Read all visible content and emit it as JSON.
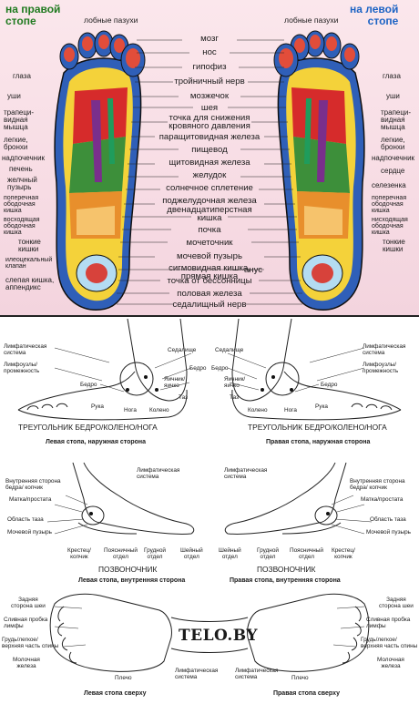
{
  "top": {
    "title_left": [
      "на правой",
      "стопе"
    ],
    "title_right": [
      "на левой",
      "стопе"
    ],
    "sinus_left": "лобные пазухи",
    "sinus_right": "лобные пазухи",
    "middle_labels": [
      "мозг",
      "нос",
      "гипофиз",
      "тройничный нерв",
      "мозжечок",
      "шея",
      "точка для снижения",
      "кровяного давления",
      "паращитовидная железа",
      "пищевод",
      "щитовидная железа",
      "желудок",
      "солнечное сплетение",
      "поджелудочная железа",
      "двенадцатиперстная",
      "кишка",
      "почка",
      "мочеточник",
      "мочевой пузырь",
      "сигмовидная кишка,",
      "прямая кишка",
      "анус",
      "точка от бессонницы",
      "половая железа",
      "седалищный нерв"
    ],
    "left_labels": [
      "глаза",
      "уши",
      "трапеци-",
      "видная",
      "мышца",
      "легкие,",
      "бронхи",
      "надпочечник",
      "печень",
      "желчный",
      "пузырь",
      "поперечная",
      "ободочная",
      "кишка",
      "восходящая",
      "ободочная",
      "кишка",
      "тонкие",
      "кишки",
      "илеоцекальный",
      "клапан",
      "слепая кишка,",
      "аппендикс"
    ],
    "right_labels": [
      "глаза",
      "уши",
      "трапеци-",
      "видная",
      "мышца",
      "легкие,",
      "бронхи",
      "надпочечник",
      "сердце",
      "селезенка",
      "поперечная",
      "ободочная",
      "кишка",
      "нисходящая",
      "ободочная",
      "кишка",
      "тонкие",
      "кишки"
    ]
  },
  "bottom": {
    "row1_left": {
      "labels": [
        "Лимфатическая",
        "система",
        "Лимфоузлы/",
        "промежность",
        "Бедро",
        "Рука",
        "Нога",
        "Колено",
        "Седалище",
        "Бедро",
        "Яичник/",
        "яичко",
        "Таз"
      ],
      "triangle": "ТРЕУГОЛЬНИК БЕДРО/КОЛЕНО/НОГА",
      "caption": "Левая стопа, наружная сторона"
    },
    "row1_right": {
      "labels": [
        "Седалище",
        "Бедро",
        "Яичник/",
        "яичко",
        "Таз",
        "Колено",
        "Нога",
        "Рука",
        "Лимфатическая",
        "система",
        "Лимфоузлы/",
        "промежность",
        "Бедро"
      ],
      "triangle": "ТРЕУГОЛЬНИК БЕДРО/КОЛЕНО/НОГА",
      "caption": "Правая стопа, наружная сторона"
    },
    "row2_left": {
      "labels": [
        "Лимфатическая",
        "система",
        "Внутренняя сторона",
        "бедра/ копчик",
        "Матка/простата",
        "Область таза",
        "Мочевой пузырь",
        "Крестец/",
        "копчик",
        "Поясничный",
        "отдел",
        "Грудной",
        "отдел",
        "Шейный",
        "отдел"
      ],
      "spine": "ПОЗВОНОЧНИК",
      "caption": "Левая стопа, внутренняя сторона"
    },
    "row2_right": {
      "labels": [
        "Лимфатическая",
        "система",
        "Внутренняя сторона",
        "бедра/ копчик",
        "Матка/простата",
        "Область таза",
        "Мочевой пузырь",
        "Шейный",
        "отдел",
        "Грудной",
        "отдел",
        "Поясничный",
        "отдел",
        "Крестец/",
        "копчик"
      ],
      "spine": "ПОЗВОНОЧНИК",
      "caption": "Правая стопа, внутренняя сторона"
    },
    "row3_left": {
      "labels": [
        "Задняя",
        "сторона шеи",
        "Сливная пробка",
        "лимфы",
        "Грудь/легкое/",
        "верхняя часть спины",
        "Молочная",
        "железа",
        "Плечо",
        "Лимфатическая",
        "система"
      ],
      "caption": "Левая стопа сверху"
    },
    "row3_right": {
      "labels": [
        "Задняя",
        "сторона шеи",
        "Сливная пробка",
        "лимфы",
        "Грудь/легкое/",
        "верхняя часть спины",
        "Молочная",
        "железа",
        "Плечо",
        "Лимфатическая",
        "система"
      ],
      "caption": "Правая стопа сверху"
    },
    "brand": "TELO.BY"
  }
}
